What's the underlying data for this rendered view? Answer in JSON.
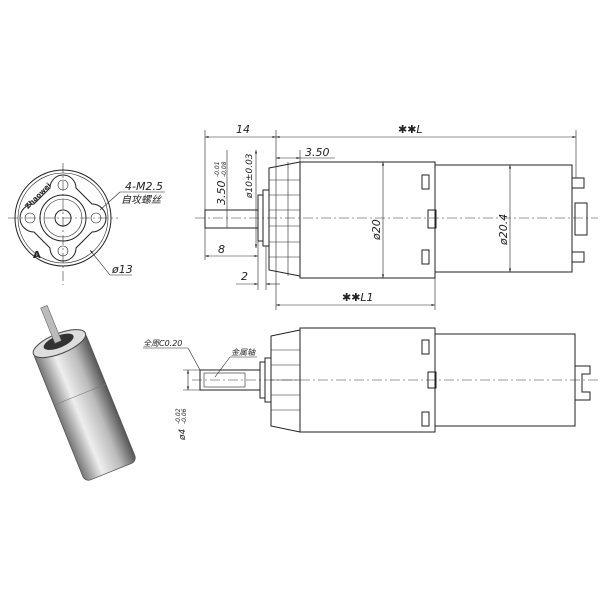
{
  "front_view": {
    "brand": "Zhaowei",
    "label_a": "A",
    "thread_label": "4-M2.5",
    "thread_note": "自攻螺丝",
    "diameter_label": "ø13"
  },
  "side_view": {
    "dim_shaft_length": "14",
    "dim_total_length": "✱✱L",
    "dim_gear_step": "3.50",
    "dim_flat": "3.50",
    "dim_flat_tol_upper": "-0.01",
    "dim_flat_tol_lower": "-0.08",
    "dim_boss": "ø10±0.03",
    "dim_body": "ø20",
    "dim_rear": "ø20.4",
    "dim_flat_length": "8",
    "dim_boss_height": "2",
    "dim_gearbox_length": "✱✱L1"
  },
  "bottom_view": {
    "chamfer_note": "全周C0.20",
    "shaft_note": "金属轴",
    "shaft_dia": "ø4",
    "shaft_tol_upper": "-0.02",
    "shaft_tol_lower": "-0.06"
  }
}
